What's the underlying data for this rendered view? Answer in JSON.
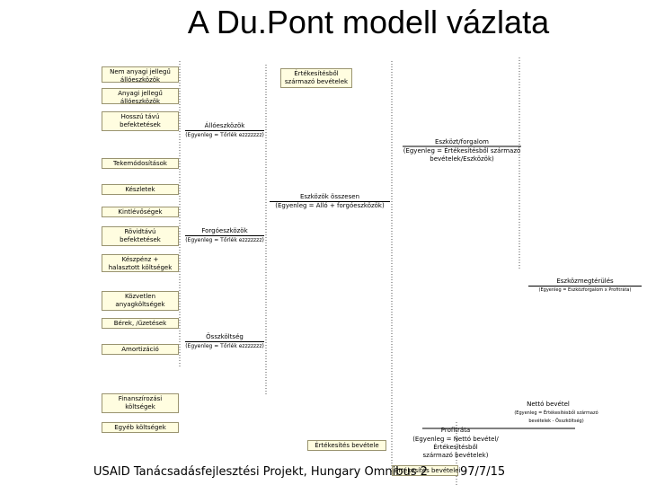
{
  "title": "A Du.Pont modell vázlata",
  "footer": "USAID Tanácsadásfejlesztési Projekt, Hungary Omnibus 2",
  "date": "97/7/15",
  "left_boxes": {
    "nemanyagi": "Nem anyagi jellegű\nállóeszközök",
    "anyagi": "Anyagi jellegű\nállóeszközök",
    "hosszu": "Hosszú távú\nbefektetések",
    "tekemod": "Tekemódosítások",
    "keszletek": "Készletek",
    "kintlevosegek": "Kintlévőségek",
    "rovidtavu": "Rövidtávú\nbefektetések",
    "keszpenz": "Készpénz +\nhalasztott költségek",
    "kozvetlen": "Közvetlen\nanyagköltségek",
    "berek": "Bérek, /űzetések",
    "amortizacio": "Amortizáció",
    "finanszirozasi": "Finanszírozási\nköltségek",
    "egyeb": "Egyéb költségek",
    "ertekesites_bottom": "Értékesítés bevétele",
    "ertekesites_footer": "Értékesítés bevételei"
  },
  "nodes": {
    "ertekesitesbol": "Értékesítésből\nszármazó bevételek",
    "alloeszkozok_title": "Állóeszközök",
    "alloeszkozok_formula": "(Egyenleg = Tőrlék ezzzzzzz)",
    "eszkozt_title": "Eszközt/forgalom",
    "eszkozt_formula": "(Egyenleg = Értékesítésből származó\nbevételek/Eszközök)",
    "eszkozok_osszesen_title": "Eszközök összesen",
    "eszkozok_osszesen_formula": "(Egyenleg = Álló + forgóeszközök)",
    "forgoeszkozok_title": "Forgóeszközök",
    "forgoeszkozok_formula": "(Egyenleg = Tőrlék ezzzzzzz)",
    "eszkozmegterules_title": "Eszközmegtérülés",
    "eszkozmegterules_formula": "(Egyenleg = Eszközforgalom x Profitráta)",
    "osszkoltseg_title": "Összköltség",
    "osszkoltseg_formula": "(Egyenleg = Tőrlék ezzzzzzz)",
    "netto_title": "Nettó bevétel",
    "netto_formula": "(Egyenleg = Értékesítésből származó\nbevételek - Összköltség)",
    "profitrata_title": "Profitráta",
    "profitrata_formula": "(Egyenleg = Nettó bevétel/Értékesítésből\nszármazó bevételek)"
  }
}
